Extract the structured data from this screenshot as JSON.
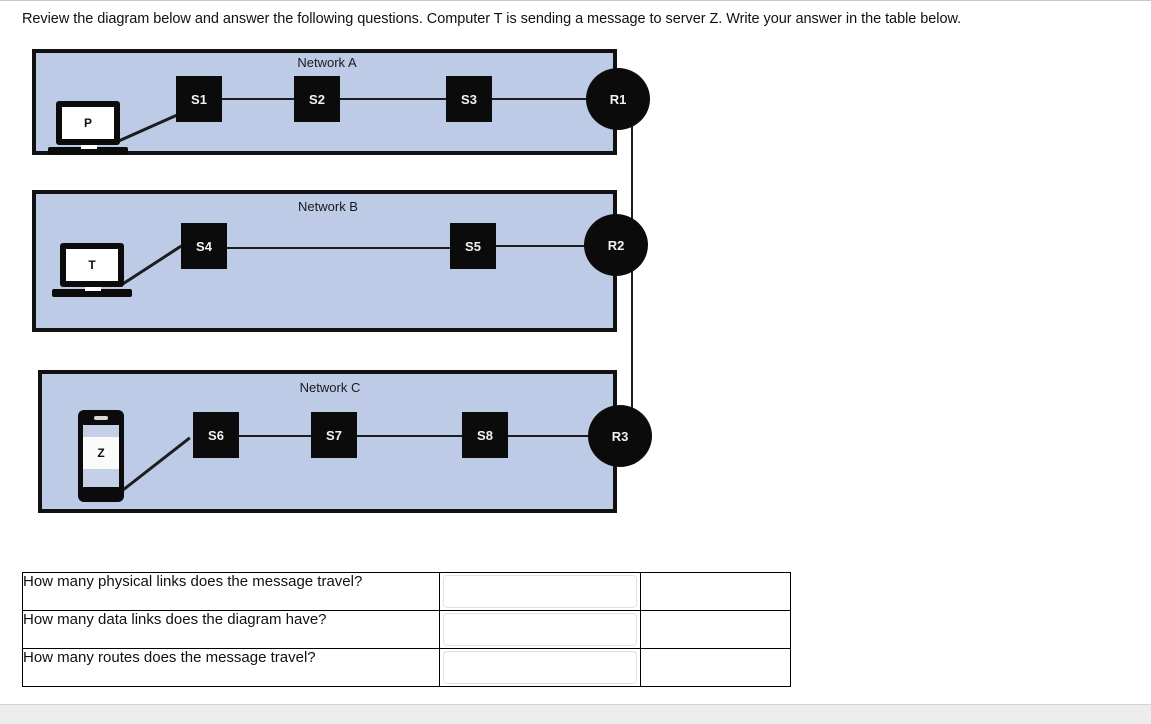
{
  "prompt": "Review the diagram below and answer the following questions. Computer T is sending a message to server Z. Write your answer in the table below.",
  "colors": {
    "network_fill": "#bdcbe6",
    "node_fill": "#0b0b0b",
    "outline": "#111111"
  },
  "diagram": {
    "networks": [
      {
        "id": "network-a",
        "label": "Network A",
        "endpoint": {
          "type": "laptop",
          "label": "P"
        },
        "switches": [
          "S1",
          "S2",
          "S3"
        ],
        "router": "R1"
      },
      {
        "id": "network-b",
        "label": "Network B",
        "endpoint": {
          "type": "laptop",
          "label": "T"
        },
        "switches": [
          "S4",
          "S5"
        ],
        "router": "R2"
      },
      {
        "id": "network-c",
        "label": "Network C",
        "endpoint": {
          "type": "phone",
          "label": "Z"
        },
        "switches": [
          "S6",
          "S7",
          "S8"
        ],
        "router": "R3"
      }
    ],
    "router_backbone": [
      "R1",
      "R2",
      "R3"
    ]
  },
  "answer_table": {
    "rows": [
      {
        "question": "How many physical links does the message travel?",
        "answer": ""
      },
      {
        "question": "How many data links does the diagram have?",
        "answer": ""
      },
      {
        "question": "How many routes does the message travel?",
        "answer": ""
      }
    ]
  }
}
